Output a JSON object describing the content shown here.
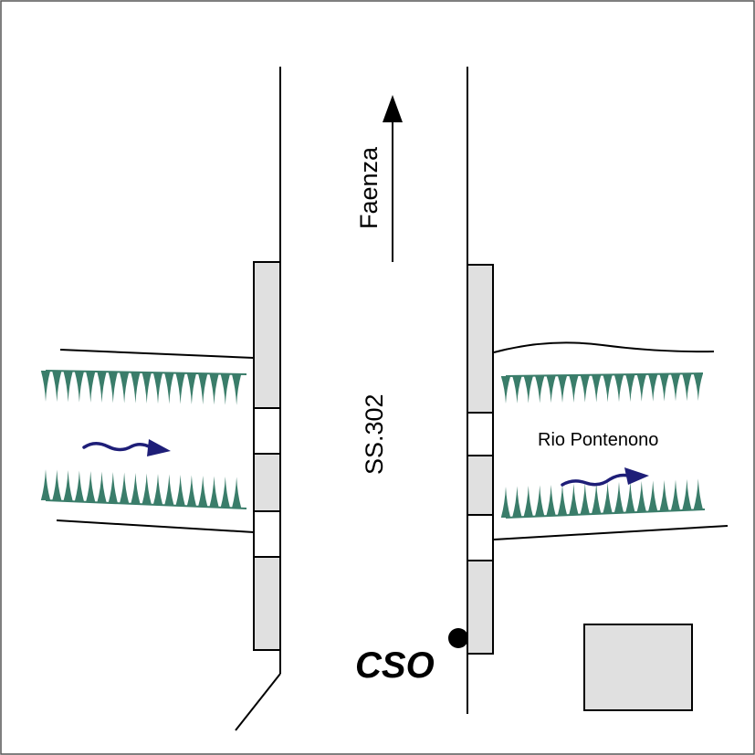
{
  "labels": {
    "direction": "Faenza",
    "road": "SS.302",
    "river": "Rio Pontenono",
    "site": "CSO"
  },
  "icons": {
    "direction_arrow": "arrow-up-icon",
    "flow_arrow": "flow-arrow-icon",
    "vegetation": "reed-fringe-icon",
    "site_marker": "dot-marker-icon"
  },
  "colors": {
    "background": "#ffffff",
    "line": "#000000",
    "bridge_fill": "#e0e0e0",
    "vegetation": "#3a7d6a",
    "flow_arrow": "#1e1e78"
  }
}
